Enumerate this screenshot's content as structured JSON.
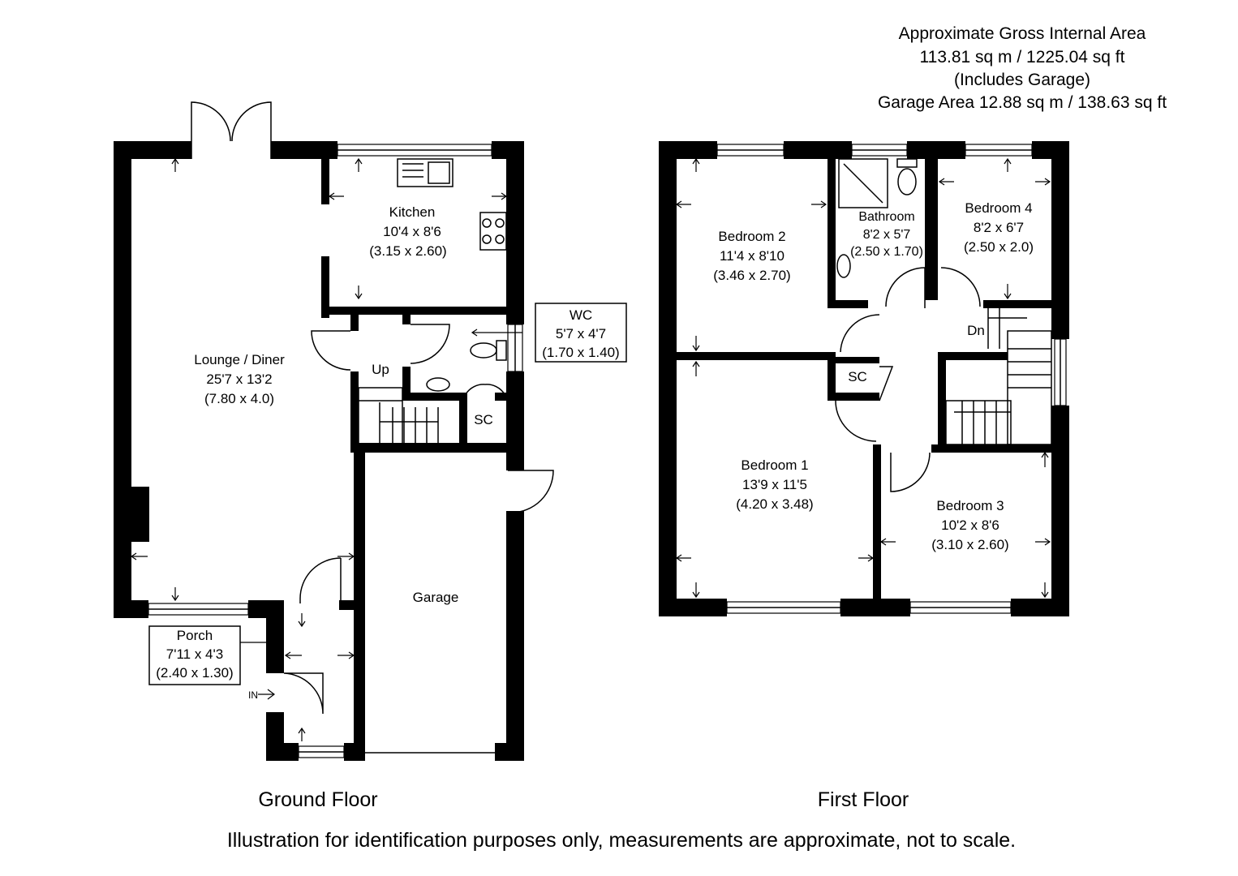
{
  "header": {
    "line1": "Approximate Gross Internal Area",
    "line2": "113.81 sq m / 1225.04 sq ft",
    "line3": "(Includes Garage)",
    "line4": "Garage Area 12.88 sq m / 138.63 sq ft"
  },
  "ground_floor": {
    "title": "Ground Floor",
    "kitchen": {
      "name": "Kitchen",
      "imperial": "10'4 x 8'6",
      "metric": "(3.15 x 2.60)"
    },
    "lounge": {
      "name": "Lounge / Diner",
      "imperial": "25'7 x 13'2",
      "metric": "(7.80 x 4.0)"
    },
    "wc": {
      "name": "WC",
      "imperial": "5'7 x 4'7",
      "metric": "(1.70 x 1.40)"
    },
    "porch": {
      "name": "Porch",
      "imperial": "7'11 x 4'3",
      "metric": "(2.40 x 1.30)"
    },
    "garage": {
      "name": "Garage"
    },
    "sc": "SC",
    "up": "Up",
    "entrance": "IN"
  },
  "first_floor": {
    "title": "First Floor",
    "bedroom2": {
      "name": "Bedroom 2",
      "imperial": "11'4 x 8'10",
      "metric": "(3.46 x 2.70)"
    },
    "bathroom": {
      "name": "Bathroom",
      "imperial": "8'2 x 5'7",
      "metric": "(2.50 x 1.70)"
    },
    "bedroom4": {
      "name": "Bedroom 4",
      "imperial": "8'2 x 6'7",
      "metric": "(2.50 x 2.0)"
    },
    "bedroom1": {
      "name": "Bedroom 1",
      "imperial": "13'9 x 11'5",
      "metric": "(4.20 x 3.48)"
    },
    "bedroom3": {
      "name": "Bedroom 3",
      "imperial": "10'2 x 8'6",
      "metric": "(3.10 x 2.60)"
    },
    "sc": "SC",
    "down": "Dn"
  },
  "disclaimer": "Illustration for identification purposes only, measurements are approximate, not to scale."
}
